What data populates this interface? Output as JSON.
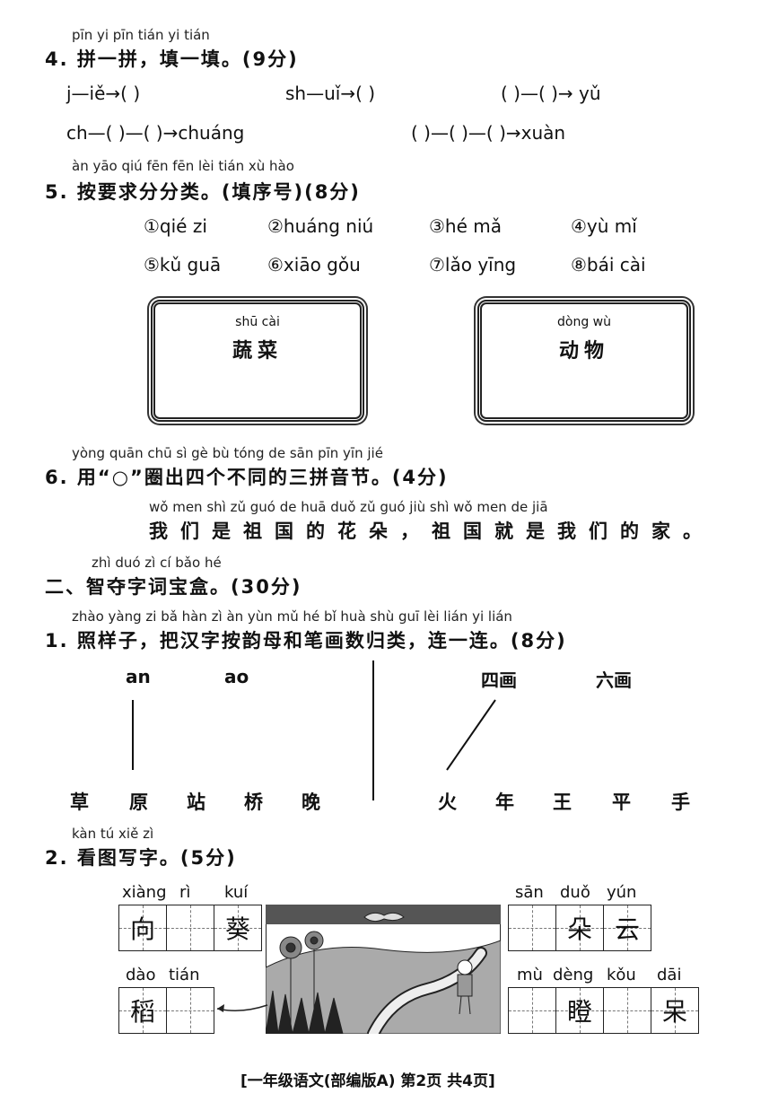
{
  "q4": {
    "pinyin": "pīn yi pīn   tián yi tián",
    "title": "4. 拼一拼，填一填。(9分)",
    "line1": [
      "j—iě→(        )",
      "sh—uǐ→(        )",
      "(        )—(        )→ yǔ"
    ],
    "line2": [
      "ch—(        )—(        )→chuáng",
      "(        )—(        )—(        )→xuàn"
    ]
  },
  "q5": {
    "pinyin": "àn yāo qiú fēn fēn lèi          tián xù hào",
    "title": "5. 按要求分分类。(填序号)(8分)",
    "items": [
      "①qié zi",
      "②huáng niú",
      "③hé mǎ",
      "④yù mǐ",
      "⑤kǔ guā",
      "⑥xiāo gǒu",
      "⑦lǎo yīng",
      "⑧bái cài"
    ],
    "boxes": [
      {
        "pinyin": "shū cài",
        "label": "蔬菜"
      },
      {
        "pinyin": "dòng wù",
        "label": "动物"
      }
    ]
  },
  "q6": {
    "pinyin": "yòng              quān chū sì  gè  bù tóng de sān pīn yīn jié",
    "title": "6. 用“○”圈出四个不同的三拼音节。(4分)",
    "sentence_pinyin": "wǒ men shì zǔ guó de huā duǒ   zǔ guó jiù shì wǒ men de jiā",
    "sentence": "我们是祖国的花朵，祖国就是我们的家。"
  },
  "part2": {
    "pinyin": "zhì duó zì  cí  bǎo hé",
    "title": "二、智夺字词宝盒。(30分)"
  },
  "p2q1": {
    "pinyin": "zhào yàng zi      bǎ hàn zì  àn yùn mǔ hé  bǐ huà shù guī lèi   lián yi lián",
    "title": "1. 照样子，把汉字按韵母和笔画数归类，连一连。(8分)",
    "left_heads": [
      "an",
      "ao"
    ],
    "right_heads": [
      "四画",
      "六画"
    ],
    "left_chars": [
      "草",
      "原",
      "站",
      "桥",
      "晚"
    ],
    "right_chars": [
      "火",
      "年",
      "王",
      "平",
      "手"
    ]
  },
  "p2q2": {
    "pinyin": "kàn tú xiě zì",
    "title": "2. 看图写字。(5分)",
    "top_left_pinyin": [
      "xiàng",
      "rì",
      "kuí"
    ],
    "top_left_chars": [
      "向",
      "",
      "葵"
    ],
    "bottom_left_pinyin": [
      "dào",
      "tián"
    ],
    "bottom_left_chars": [
      "稻",
      ""
    ],
    "top_right_pinyin": [
      "sān",
      "duǒ",
      "yún"
    ],
    "top_right_chars": [
      "",
      "朵",
      "云"
    ],
    "bottom_right_pinyin": [
      "mù",
      "dèng",
      "kǒu",
      "dāi"
    ],
    "bottom_right_chars": [
      "",
      "瞪",
      "",
      "呆"
    ]
  },
  "footer": "[一年级语文(部编版A)   第2页   共4页]"
}
